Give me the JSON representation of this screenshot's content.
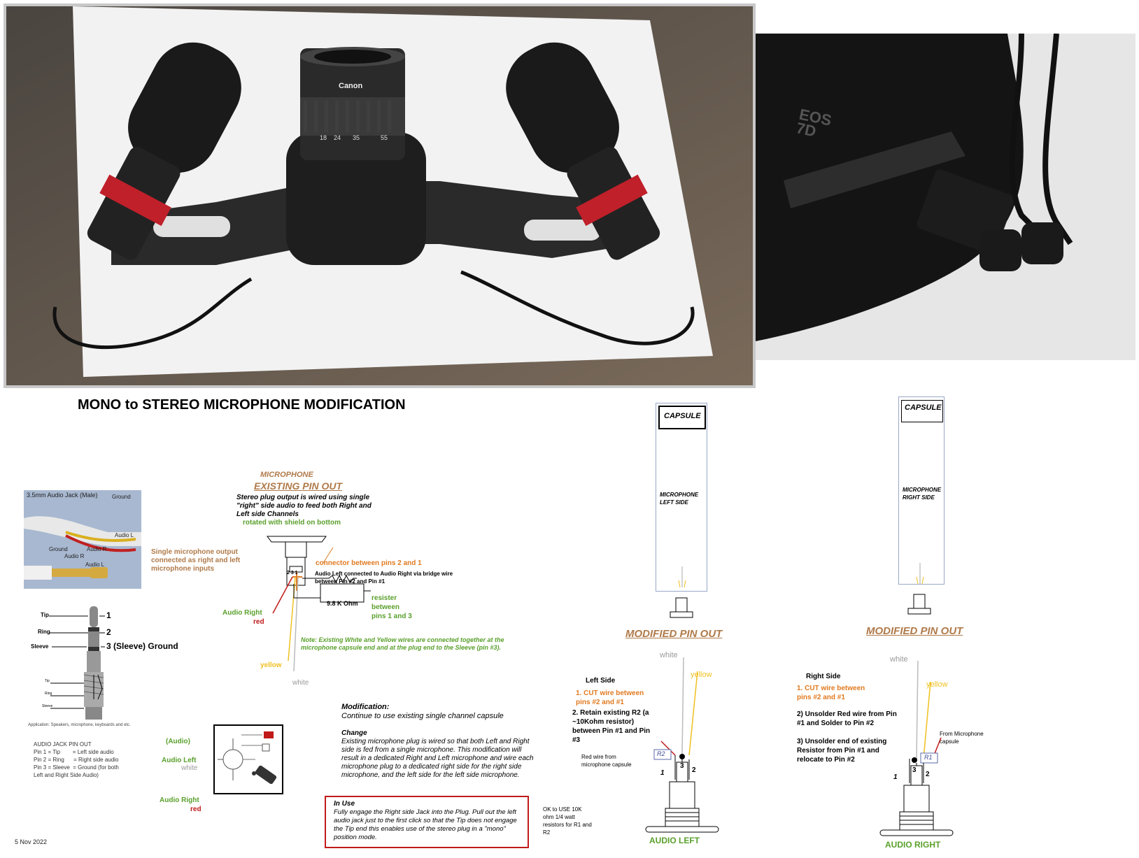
{
  "main_title": "MONO to STEREO MICROPHONE MODIFICATION",
  "camera_text": {
    "lens_brand": "Canon",
    "lens_scale": [
      "18",
      "24",
      "35",
      "55"
    ],
    "body_model": "EOS\n7D"
  },
  "jack_photo": {
    "caption": "3.5mm Audio Jack (Male)",
    "labels": [
      "Ground",
      "Audio L",
      "Audio R",
      "Ground",
      "Audio R",
      "Audio L"
    ]
  },
  "single_mic_note": "Single microphone output connected as right and left microphone inputs",
  "plug_diagram": {
    "tip": "Tip",
    "ring": "Ring",
    "sleeve": "Sleeve",
    "pin1": "1",
    "pin2": "2",
    "pin3": "3 (Sleeve) Ground",
    "small_tip": "Tip",
    "small_ring": "Ring",
    "small_sleeve": "Sleeve",
    "application": "Application: Speakers, microphone, keyboards and etc."
  },
  "audio_jack_pinout": {
    "title": "AUDIO JACK PIN OUT",
    "lines": [
      "Pin 1 = Tip        = Left side audio",
      "Pin 2 = Ring      = Right side audio",
      "Pin 3 = Sleeve  = Ground (for both",
      "Left and Right Side Audio)"
    ]
  },
  "existing": {
    "microphone": "MICROPHONE",
    "title": "EXISTING PIN OUT",
    "desc": "Stereo plug output is wired using single \"right\" side audio to feed both Right and Left side Channels",
    "rotated": "rotated with shield on bottom",
    "connector_note": "connector between pins 2 and 1",
    "bridge_note": "Audio Left connected to Audio Right via bridge wire between Pin #2 and Pin #1",
    "pins": "2 3 1",
    "resistor": "9.8 K Ohm",
    "resister_note": "resister between pins 1 and 3",
    "audio_right": "Audio Right",
    "red": "red",
    "yellow": "yellow",
    "white": "white",
    "note": "Note: Existing White and Yellow wires are connected together at the microphone capsule end and at the plug end to the Sleeve (pin #3)."
  },
  "audio_conn": {
    "audio": "(Audio)",
    "audio_left": "Audio Left",
    "white": "white",
    "audio_right": "Audio Right",
    "red": "red"
  },
  "modification": {
    "heading": "Modification:",
    "line1": "Continue to use existing single channel capsule",
    "change_heading": "Change",
    "change_text": "Existing microphone plug is wired so that both Left and Right side is fed from a single microphone.  This modification will result in a dedicated Right and Left microphone and wire each microphone plug to a dedicated right side for the right side microphone, and the left side for the left side microphone."
  },
  "in_use": {
    "heading": "In Use",
    "text": "Fully engage the Right side Jack into the Plug.  Pull out the left audio jack just  to the first click so that the Tip does not engage the Tip end this enables use of the stereo plug in a \"mono\" position mode."
  },
  "ok_note": "OK to USE 10K ohm 1/4 watt resistors for R1 and R2",
  "date": "5 Nov 2022",
  "left_mic": {
    "capsule": "CAPSULE",
    "label": "MICROPHONE LEFT SIDE",
    "modified": "MODIFIED PIN OUT",
    "white": "white",
    "yellow": "yellow",
    "side": "Left Side",
    "step1": "1. CUT wire between pins #2 and #1",
    "step2": "2. Retain existing R2 (a ~10Kohm resistor) between Pin #1 and Pin #3",
    "red_wire": "Red wire from microphone capsule",
    "resistor": "R2",
    "pin1": "1",
    "pin2": "2",
    "pin3": "3",
    "footer": "AUDIO LEFT"
  },
  "right_mic": {
    "capsule": "CAPSULE",
    "label": "MICROPHONE RIGHT SIDE",
    "modified": "MODIFIED PIN OUT",
    "white": "white",
    "yellow": "yellow",
    "side": "Right Side",
    "step1": "1. CUT wire between pins #2 and #1",
    "step2": "2)  Unsolder Red wire from Pin #1 and Solder to Pin #2",
    "step3": "3) Unsolder end of existing Resistor from Pin #1 and relocate to Pin #2",
    "from_mic": "From Microphone capsule",
    "resistor": "R1",
    "pin1": "1",
    "pin2": "2",
    "pin3": "3",
    "footer": "AUDIO RIGHT"
  },
  "colors": {
    "brown": "#b07a4a",
    "orange": "#e07a20",
    "green": "#5aa02c",
    "red": "#c01a1a",
    "yellow": "#f0c020"
  }
}
